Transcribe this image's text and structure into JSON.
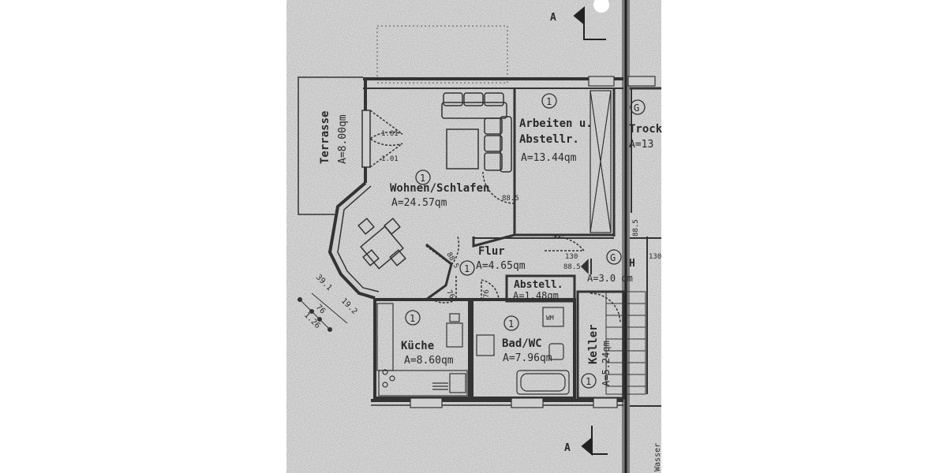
{
  "plan": {
    "rooms": {
      "terrasse": {
        "name": "Terrasse",
        "area": "A=8.00qm"
      },
      "wohnen": {
        "name": "Wohnen/Schlafen",
        "area": "A=24.57qm",
        "number": "1"
      },
      "arbeiten": {
        "name_line1": "Arbeiten u.",
        "name_line2": "Abstellr.",
        "area": "A=13.44qm",
        "number": "1"
      },
      "trocken": {
        "name": "Trock",
        "area": "A=13",
        "number": "G"
      },
      "flur": {
        "name": "Flur",
        "area": "A=4.65qm",
        "number": "1"
      },
      "abstell": {
        "name": "Abstell.",
        "area": "A=1.48qm"
      },
      "kueche": {
        "name": "Küche",
        "area": "A=8.60qm",
        "number": "1"
      },
      "bad": {
        "name": "Bad/WC",
        "area": "A=7.96qm",
        "number": "1"
      },
      "keller": {
        "name": "Keller",
        "area": "A=5.24qm",
        "number": "1"
      },
      "hall_g": {
        "number": "G",
        "letter": "H",
        "area": "A=3.0 qm"
      }
    },
    "dimensions": {
      "door_terrace_1": "1.01",
      "door_terrace_2": "1.01",
      "d_885_a": "88.5",
      "d_885_b": "88.5",
      "d_885_c": "88.5",
      "d_885_d": "88.5",
      "d_130": "130",
      "d_130b": "130",
      "d_76_a": "76",
      "d_76_b": "76",
      "bay_391": "39.1",
      "bay_76": "76",
      "bay_192": "19.2",
      "bay_126": "1.26"
    },
    "section_marks": {
      "top": "A",
      "bottom": "A"
    },
    "misc": {
      "wasser": "Wasser",
      "wm": "WM"
    }
  }
}
